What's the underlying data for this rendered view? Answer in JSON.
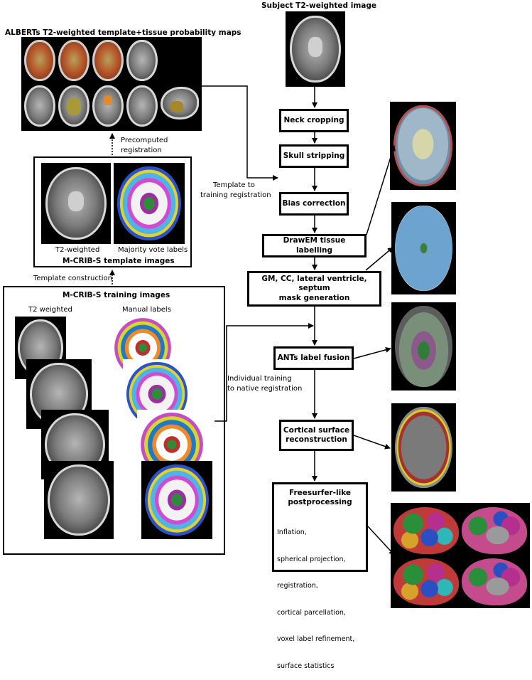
{
  "subject_title": "Subject T2-weighted image",
  "template_title": "ALBERTs T2-weighted template+tissue probability maps",
  "precomputed_label": [
    "Precomputed",
    "registration"
  ],
  "template_to_training_label": [
    "Template to",
    "training registration"
  ],
  "mcribs_template": {
    "title": "M-CRIB-S template images",
    "left_label": "T2-weighted",
    "right_label": "Majority vote labels"
  },
  "template_construction_label": "Template construction",
  "training": {
    "title": "M-CRIB-S training images",
    "left_label": "T2 weighted",
    "right_label": "Manual labels"
  },
  "individual_training_label": [
    "Individual training",
    "to native registration"
  ],
  "steps": {
    "neck": "Neck cropping",
    "skull": "Skull stripping",
    "bias": "Bias correction",
    "drawem": "DrawEM tissue labelling",
    "mask": [
      "GM, CC, lateral ventricle, septum",
      "mask generation"
    ],
    "ants": "ANTs label fusion",
    "cortical": [
      "Cortical surface",
      "reconstruction"
    ],
    "freesurfer": [
      "Freesurfer-like",
      "postprocessing"
    ]
  },
  "postprocessing_items": [
    "Inflation,",
    "spherical projection,",
    "registration,",
    "cortical parcellation,",
    "voxel label refinement,",
    "surface statistics"
  ]
}
